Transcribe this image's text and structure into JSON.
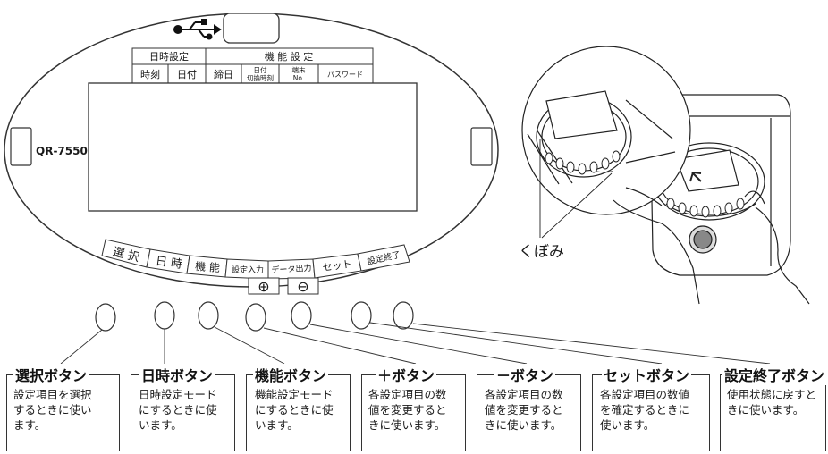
{
  "device": {
    "model": "QR-7550",
    "header_groups": [
      {
        "label": "日時設定",
        "subs": [
          "時刻",
          "日付"
        ]
      },
      {
        "label": "機 能 設 定",
        "subs": [
          "締日",
          "日付切換時刻",
          "端末No.",
          "パスワード"
        ]
      }
    ],
    "sub_small": {
      "date_switch_1": "日付",
      "date_switch_2": "切換時刻",
      "terminal_1": "端末",
      "terminal_2": "No."
    },
    "keys": [
      "選 択",
      "日 時",
      "機 能",
      "設定入力",
      "データ出力",
      "セット",
      "設定終了"
    ],
    "plus_symbol": "⊕",
    "minus_symbol": "⊖"
  },
  "photo": {
    "label": "くぼみ"
  },
  "callouts": [
    {
      "title": "選択ボタン",
      "desc": "設定項目を選択\nするときに使い\nます。"
    },
    {
      "title": "日時ボタン",
      "desc": "日時設定モード\nにするときに使\nいます。"
    },
    {
      "title": "機能ボタン",
      "desc": "機能設定モード\nにするときに使\nいます。"
    },
    {
      "title": "＋ボタン",
      "desc": "各設定項目の数\n値を変更すると\nきに使います。"
    },
    {
      "title": "－ボタン",
      "desc": "各設定項目の数\n値を変更すると\nきに使います。"
    },
    {
      "title": "セットボタン",
      "desc": "各設定項目の数値\nを確定するときに\n使います。"
    },
    {
      "title": "設定終了ボタン",
      "desc": "使用状態に戻すと\nきに使います。"
    }
  ],
  "colors": {
    "line": "#333333",
    "background": "#ffffff"
  }
}
